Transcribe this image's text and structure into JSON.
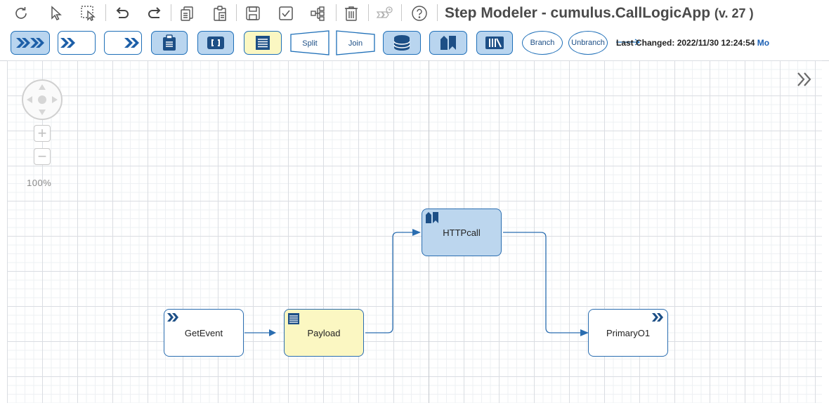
{
  "header": {
    "title": "Step Modeler - cumulus.CallLogicApp",
    "version": "(v. 27 )"
  },
  "toolbar": {
    "icons": [
      "refresh-icon",
      "pointer-icon",
      "select-area-icon",
      "undo-icon",
      "redo-icon",
      "copy-icon",
      "paste-icon",
      "save-icon",
      "validate-icon",
      "hierarchy-icon",
      "delete-icon",
      "step-disabled-icon",
      "help-icon"
    ]
  },
  "step_toolbar": {
    "split_label": "Split",
    "join_label": "Join",
    "branch_label": "Branch",
    "unbranch_label": "Unbranch",
    "last_changed_label": "Last Changed:",
    "last_changed_value": "2022/11/30 12:24:54",
    "last_changed_suffix": "Mo"
  },
  "canvas": {
    "zoom_level": "100%"
  },
  "nodes": {
    "getevent": "GetEvent",
    "payload": "Payload",
    "httpcall": "HTTPcall",
    "primary": "PrimaryO1"
  },
  "colors": {
    "accent": "#1e6fb8",
    "node_http": "#bcd6ee",
    "node_payload": "#fbf7c2",
    "title": "#4a4a4a"
  }
}
